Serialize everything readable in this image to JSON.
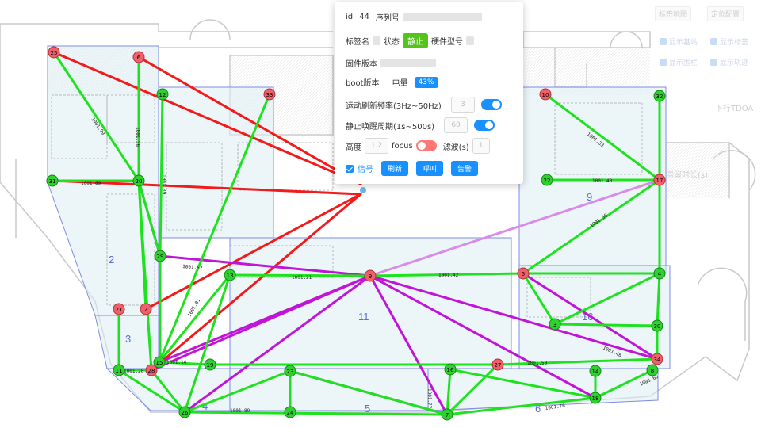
{
  "popup": {
    "id_label": "id",
    "id_value": "44",
    "serial_label": "序列号",
    "tag_name_label": "标签名",
    "status_label": "状态",
    "status_value": "静止",
    "hardware_label": "硬件型号",
    "firmware_label": "固件版本",
    "boot_label": "boot版本",
    "battery_label": "电量",
    "battery_value": "43%",
    "motion_label": "运动刷新频率(3Hz~50Hz)",
    "motion_value": "3",
    "static_label": "静止唤醒周期(1s~500s)",
    "static_value": "60",
    "height_label": "高度",
    "height_value": "1.2",
    "focus_label": "focus",
    "filter_label": "滤波(s)",
    "filter_value": "1",
    "signal_label": "信号",
    "refresh_btn": "刷新",
    "call_btn": "呼叫",
    "alarm_btn": "告警"
  },
  "right_panel": {
    "btn1": "标签地图",
    "btn2": "定位配置",
    "chk1": "显示基站",
    "chk2": "显示标签",
    "chk3": "显示围栏",
    "chk4": "显示轨迹",
    "text1": "下行TDOA",
    "text2": "滞留时长(s)"
  },
  "colors": {
    "green": "#1ee21e",
    "red": "#f21a1a",
    "purple": "#c213d8",
    "light_purple": "#d98be8",
    "zone": "#dcedf2",
    "zone_border": "#7f8ce0",
    "node_green": "#2ed12e",
    "node_red": "#f0606a"
  },
  "zones": [
    "2",
    "3",
    "4",
    "5",
    "6",
    "9",
    "11",
    "16"
  ],
  "nodes": [
    "25",
    "6",
    "12",
    "33",
    "10",
    "32",
    "31",
    "20",
    "22",
    "17",
    "29",
    "13",
    "9",
    "5",
    "4",
    "21",
    "2",
    "3",
    "30",
    "11",
    "28",
    "15",
    "19",
    "27",
    "16",
    "14",
    "8",
    "34",
    "23",
    "26",
    "24",
    "7",
    "18"
  ]
}
